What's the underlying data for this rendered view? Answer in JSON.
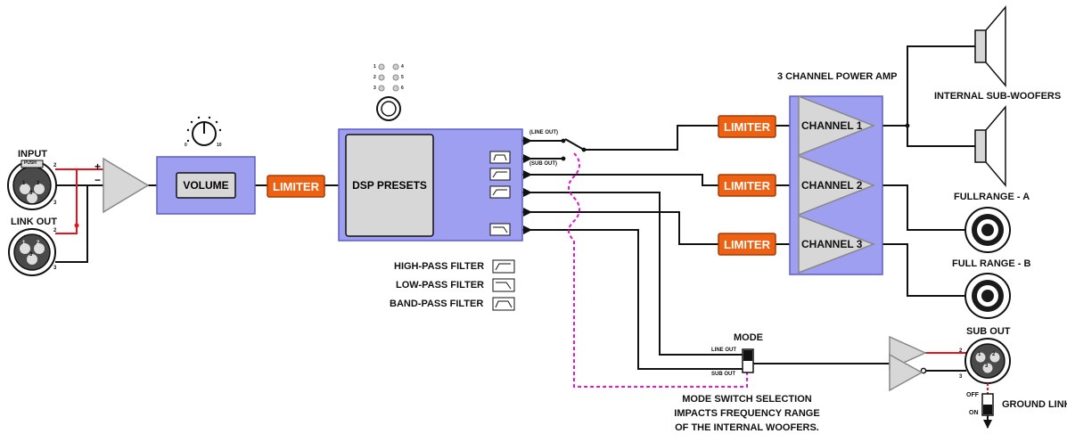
{
  "inputs": {
    "input_label": "INPUT",
    "push_label": "PUSH",
    "link_out_label": "LINK OUT",
    "pin1": "1",
    "pin2": "2",
    "pin3": "3",
    "plus_sign": "+",
    "minus_sign": "−"
  },
  "volume": {
    "label": "VOLUME",
    "knob_min": "0",
    "knob_max": "10"
  },
  "limiter_label": "LIMITER",
  "dsp": {
    "label": "DSP PRESETS",
    "preset_numbers": [
      "1",
      "2",
      "3",
      "4",
      "5",
      "6"
    ],
    "line_out_tag": "(LINE OUT)",
    "sub_out_tag": "(SUB OUT)"
  },
  "filter_legend": {
    "high_pass": "HIGH-PASS FILTER",
    "low_pass": "LOW-PASS FILTER",
    "band_pass": "BAND-PASS FILTER"
  },
  "amp": {
    "title": "3 CHANNEL POWER AMP",
    "channel_1": "CHANNEL 1",
    "channel_2": "CHANNEL 2",
    "channel_3": "CHANNEL 3"
  },
  "outputs": {
    "internal_subs": "INTERNAL SUB-WOOFERS",
    "fullrange_a": "FULLRANGE - A",
    "fullrange_b": "FULL RANGE - B",
    "sub_out": "SUB OUT",
    "ground_link": "GROUND LINK",
    "off_label": "OFF",
    "on_label": "ON"
  },
  "mode": {
    "title": "MODE",
    "line_out": "LINE OUT",
    "sub_out": "SUB OUT",
    "note_line1": "MODE SWITCH SELECTION",
    "note_line2": "IMPACTS FREQUENCY RANGE",
    "note_line3": "OF THE INTERNAL WOOFERS."
  },
  "colors": {
    "block_fill": "#9f9ff2",
    "block_stroke": "#5d5dc8",
    "limiter_fill": "#ee6012",
    "limiter_stroke": "#a63c05",
    "gray_fill": "#d7d7d7",
    "signal_red": "#e4141e",
    "mode_dashed": "#e018c8",
    "wire": "#111111"
  }
}
